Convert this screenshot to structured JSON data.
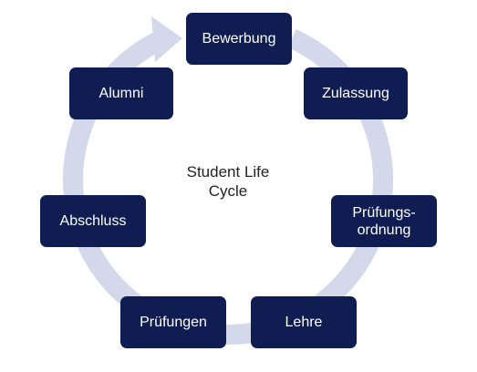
{
  "diagram": {
    "center_label": "Student Life\nCycle",
    "stages": [
      "Bewerbung",
      "Zulassung",
      "Prüfungs-\nordnung",
      "Lehre",
      "Prüfungen",
      "Abschluss",
      "Alumni"
    ],
    "colors": {
      "node_fill": "#0f1d52",
      "node_text": "#ffffff",
      "ring": "#d3d8ea",
      "center_text": "#222222"
    }
  }
}
